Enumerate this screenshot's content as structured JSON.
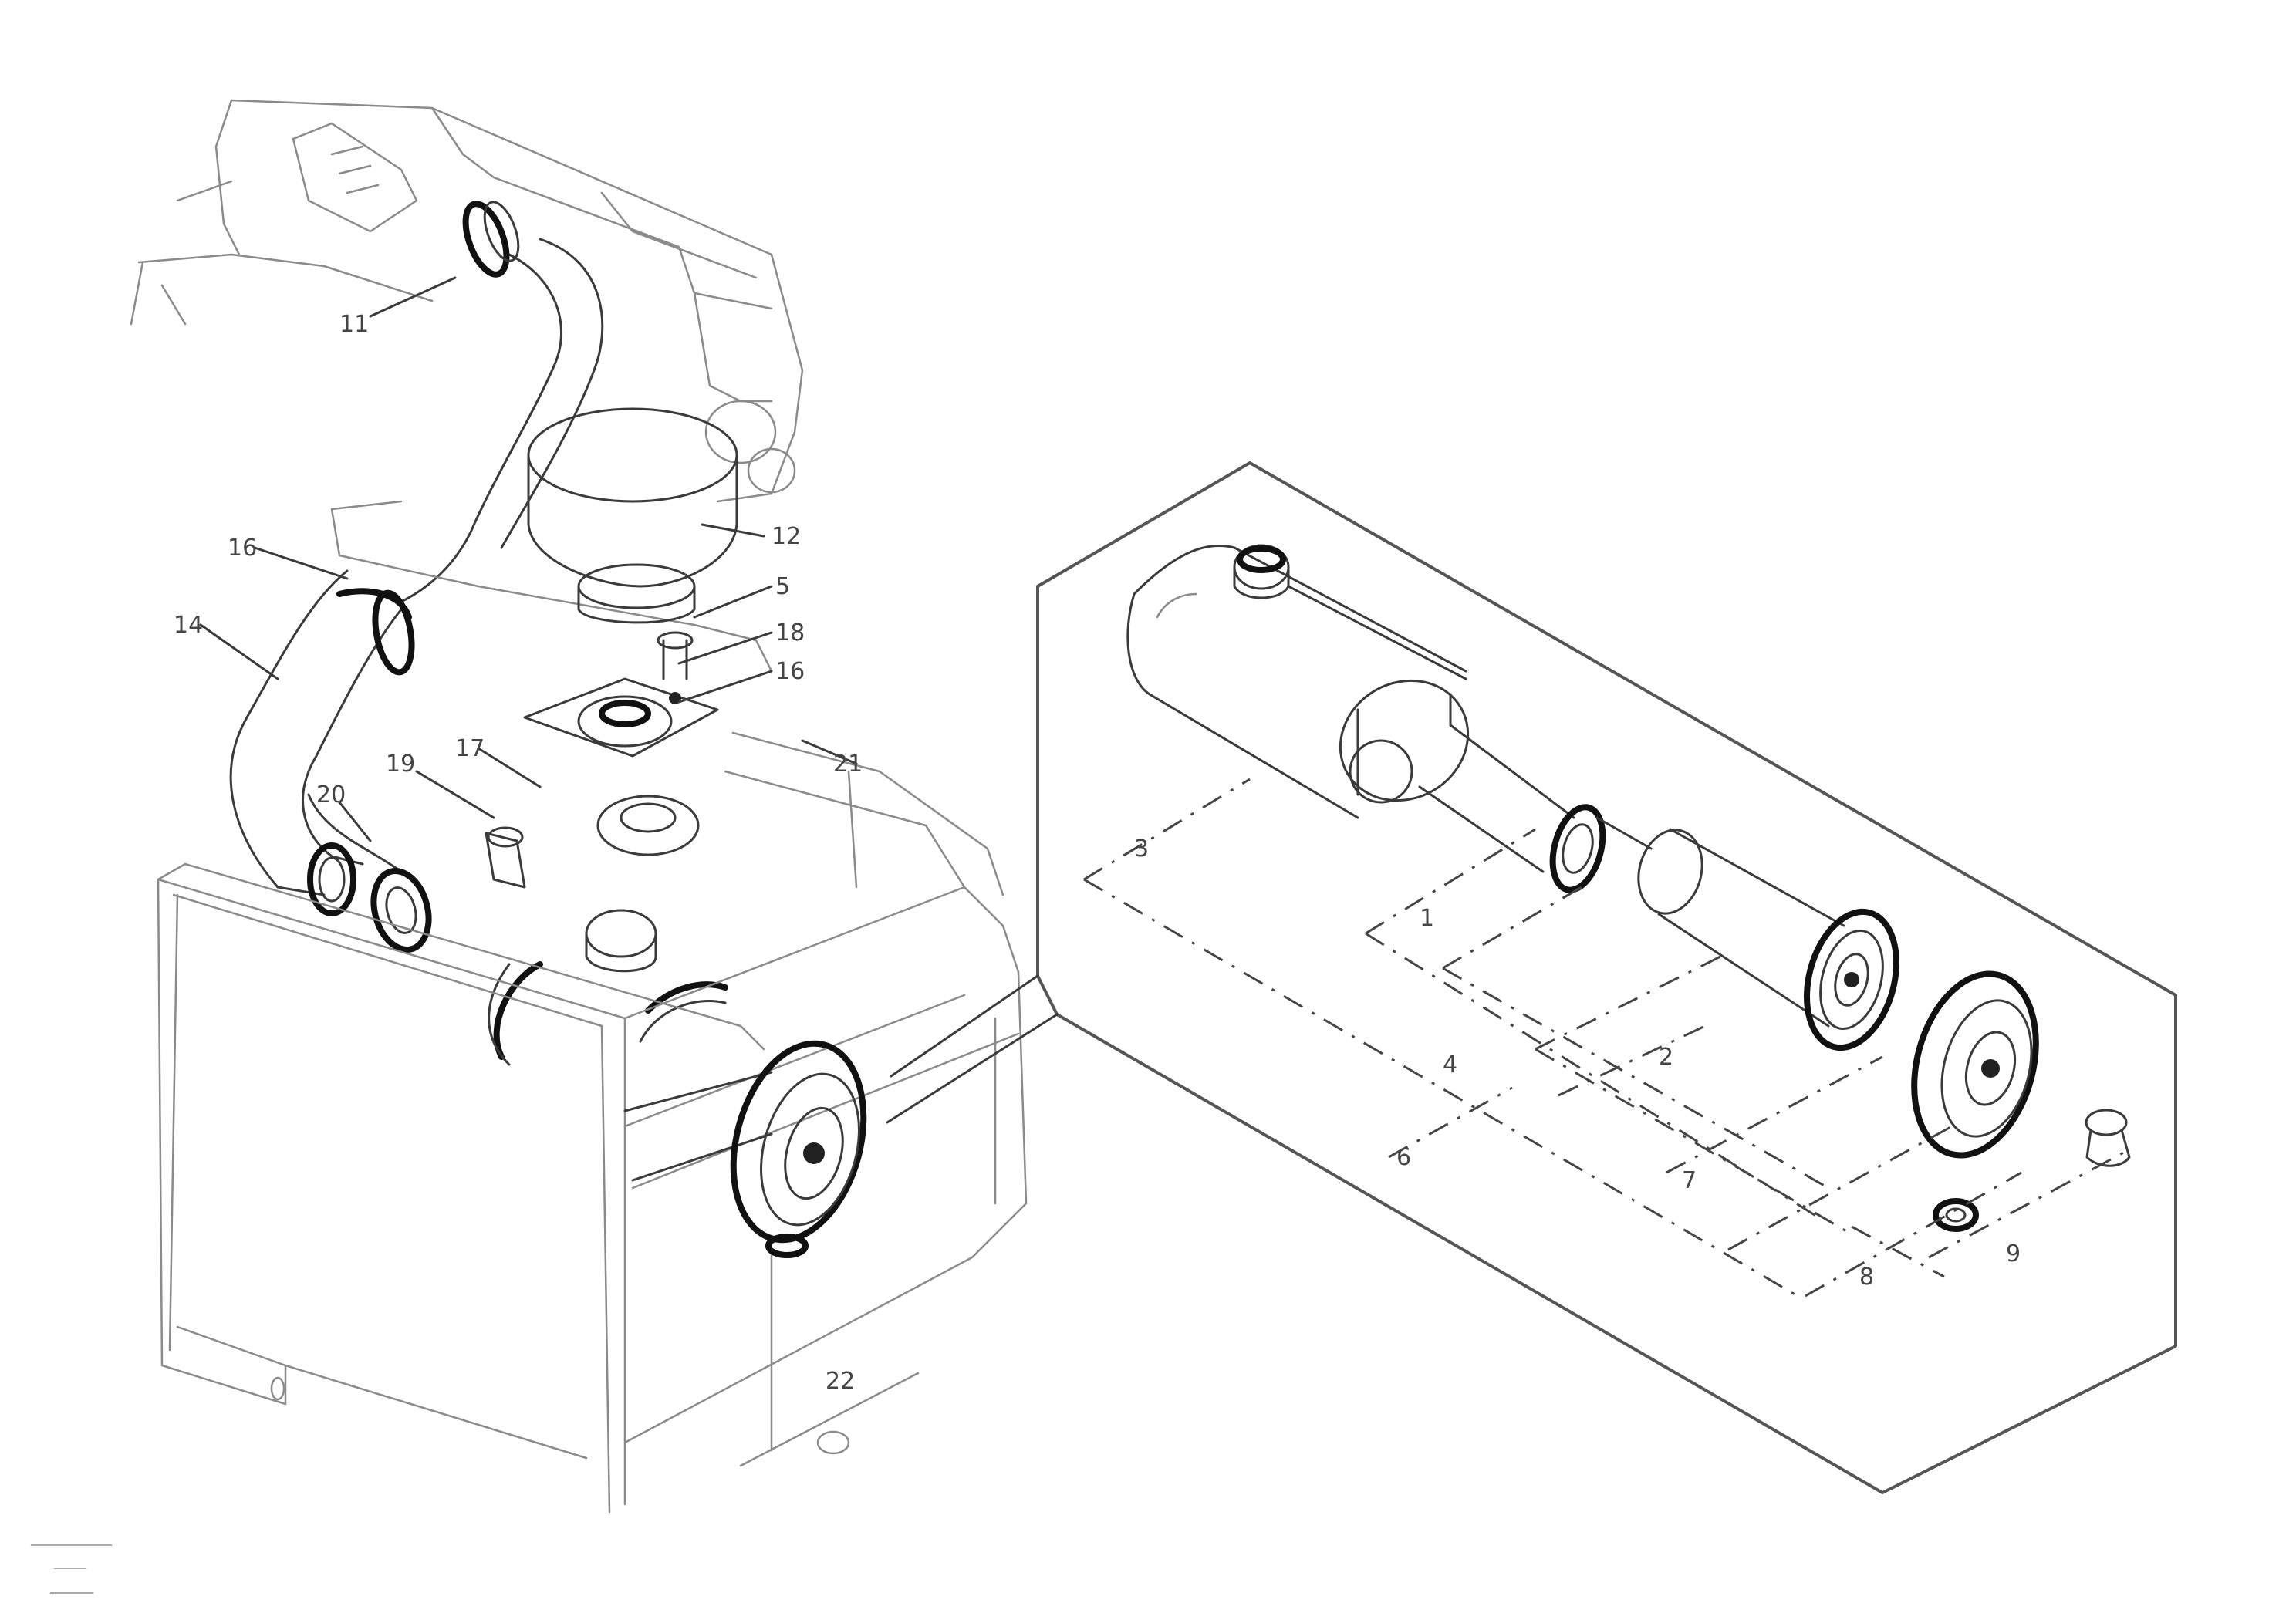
{
  "diagram": {
    "labels": [
      {
        "id": "l-11",
        "text": "11"
      },
      {
        "id": "l-12",
        "text": "12"
      },
      {
        "id": "l-5",
        "text": "5"
      },
      {
        "id": "l-18",
        "text": "18"
      },
      {
        "id": "l-16a",
        "text": "16"
      },
      {
        "id": "l-16b",
        "text": "16"
      },
      {
        "id": "l-14",
        "text": "14"
      },
      {
        "id": "l-17",
        "text": "17"
      },
      {
        "id": "l-19",
        "text": "19"
      },
      {
        "id": "l-20",
        "text": "20"
      },
      {
        "id": "l-21",
        "text": "21"
      },
      {
        "id": "l-22",
        "text": "22"
      },
      {
        "id": "l-3",
        "text": "3"
      },
      {
        "id": "l-1",
        "text": "1"
      },
      {
        "id": "l-4",
        "text": "4"
      },
      {
        "id": "l-6",
        "text": "6"
      },
      {
        "id": "l-2",
        "text": "2"
      },
      {
        "id": "l-7",
        "text": "7"
      },
      {
        "id": "l-8",
        "text": "8"
      },
      {
        "id": "l-9",
        "text": "9"
      }
    ],
    "caption": [
      "_______________",
      "______",
      "________"
    ]
  }
}
